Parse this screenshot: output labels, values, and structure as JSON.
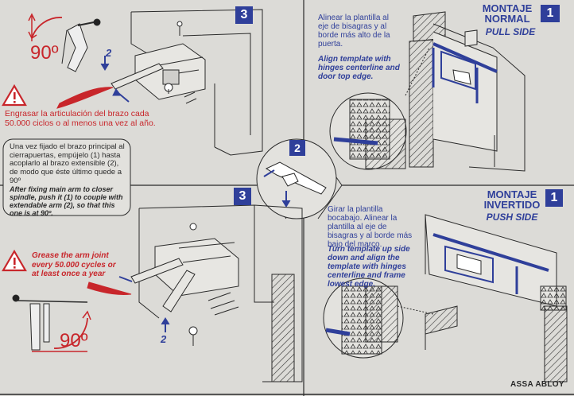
{
  "panels": {
    "top_left": {
      "badge": "3",
      "angle_label": "90º",
      "arrow_number": "2",
      "warning_text_es": "Engrasar la articulación del brazo cada 50.000 ciclos o al menos una vez al año."
    },
    "middle": {
      "badge": "2",
      "instruction_es": "Una vez fijado el brazo principal al cierrapuertas, empújelo (1) hasta acoplarlo al brazo extensible (2), de modo que éste último quede a 90º",
      "instruction_en": "After fixing main arm to closer spindle, push it (1) to couple with extendable arm (2), so that this one is at 90º."
    },
    "bottom_left": {
      "badge": "3",
      "warning_text_en": "Grease the arm joint every 50.000 cycles or at least once a year",
      "angle_label": "90º",
      "arrow_number": "2"
    },
    "top_right": {
      "title_line1": "MONTAJE",
      "title_line2": "NORMAL",
      "subtitle": "PULL SIDE",
      "badge": "1",
      "instruction_es": "Alinear la plantilla al eje de bisagras y al borde más alto de la puerta.",
      "instruction_en": "Align template with hinges centerline and door top edge."
    },
    "bottom_right": {
      "title_line1": "MONTAJE",
      "title_line2": "INVERTIDO",
      "subtitle": "PUSH SIDE",
      "badge": "1",
      "instruction_es": "Girar la plantilla bocabajo. Alinear la plantilla al eje de bisagras y al borde más bajo del marco.",
      "instruction_en": "Turn template up side down and align the template with hinges centerline and frame lowest edge."
    }
  },
  "brand": "ASSA ABLOY",
  "colors": {
    "red": "#c8262b",
    "blue": "#2f3f9a",
    "paper": "#dcdbd7",
    "line": "#2a2a2a"
  }
}
